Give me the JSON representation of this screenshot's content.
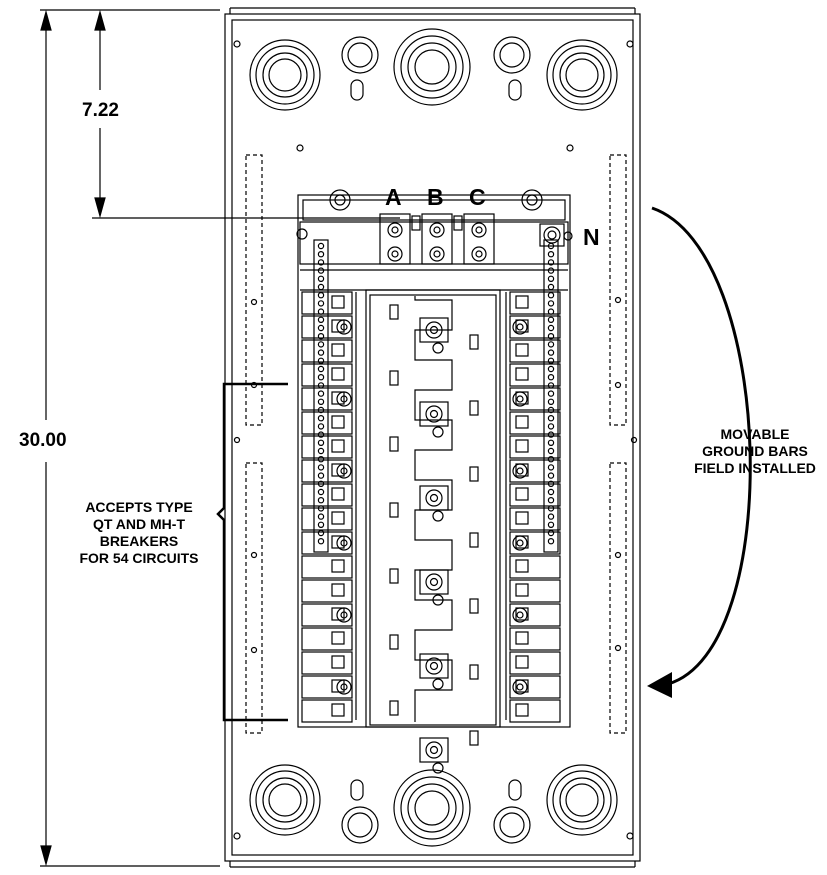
{
  "dimensions": {
    "overall_height": "30.00",
    "top_to_bus": "7.22"
  },
  "phases": {
    "a": "A",
    "b": "B",
    "c": "C",
    "neutral": "N"
  },
  "notes": {
    "breakers": [
      "ACCEPTS TYPE",
      "QT AND MH-T",
      "BREAKERS",
      "FOR 54 CIRCUITS"
    ],
    "ground_bars": [
      "MOVABLE",
      "GROUND BARS",
      "FIELD INSTALLED"
    ]
  },
  "colors": {
    "line": "#000000",
    "background": "#ffffff"
  }
}
